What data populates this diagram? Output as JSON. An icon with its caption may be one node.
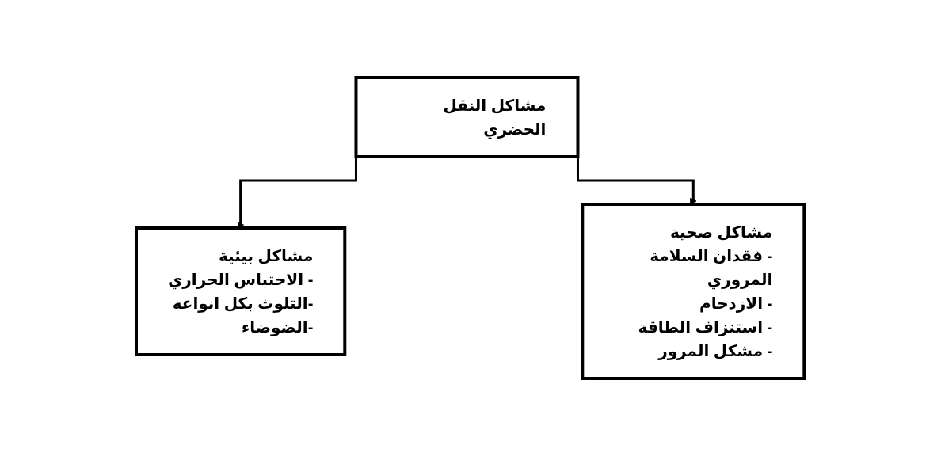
{
  "diagram": {
    "nodes": [
      {
        "text": [
          "مشاكل النقل الحضري"
        ]
      },
      {
        "text": [
          "مشاكل بيئية",
          "- الاحتباس الحراري",
          "-التلوث بكل انواعه",
          "-الضوضاء"
        ]
      },
      {
        "text": [
          "مشاكل صحية",
          "- فقدان السلامة المروري",
          "- الازدحام",
          "- استنزاف الطاقة",
          "- مشكل المرور"
        ]
      }
    ],
    "edges": [
      {
        "from": 0,
        "to": 1,
        "arrow": "to"
      },
      {
        "from": 0,
        "to": 2,
        "arrow": "to"
      }
    ]
  }
}
